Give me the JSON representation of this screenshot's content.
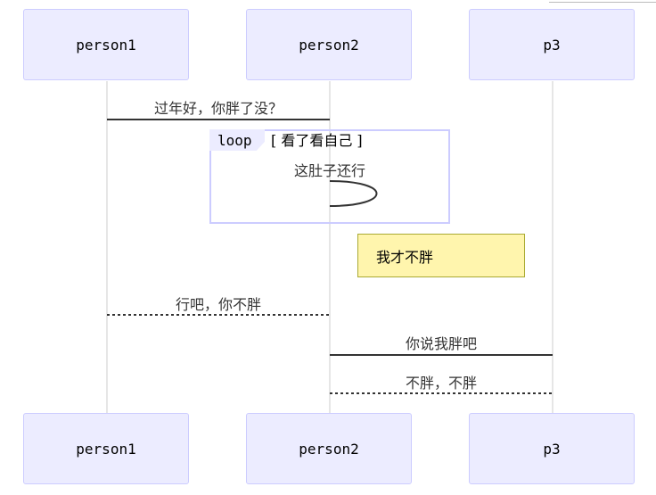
{
  "actors": [
    {
      "id": "person1",
      "label": "person1"
    },
    {
      "id": "person2",
      "label": "person2"
    },
    {
      "id": "p3",
      "label": "p3"
    }
  ],
  "messages": [
    {
      "from": "person1",
      "to": "person2",
      "text": "过年好，你胖了没？",
      "style": "solid"
    },
    {
      "from": "person2",
      "to": "person2",
      "text": "这肚子还行",
      "style": "self"
    },
    {
      "from": "person2",
      "to": "person1",
      "text": "行吧，你不胖",
      "style": "dotted"
    },
    {
      "from": "p3",
      "to": "person2",
      "text": "你说我胖吧",
      "style": "solid"
    },
    {
      "from": "person2",
      "to": "p3",
      "text": "不胖，不胖",
      "style": "dotted"
    }
  ],
  "loop": {
    "tag": "loop",
    "condition": "[ 看了看自己 ]"
  },
  "note": {
    "text": "我才不胖"
  },
  "colors": {
    "actor_fill": "#ececff",
    "actor_border": "#ccccff",
    "lifeline": "#cccccc",
    "message_line": "#333333",
    "note_fill": "#fff5ad",
    "note_border": "#aaaa33"
  }
}
